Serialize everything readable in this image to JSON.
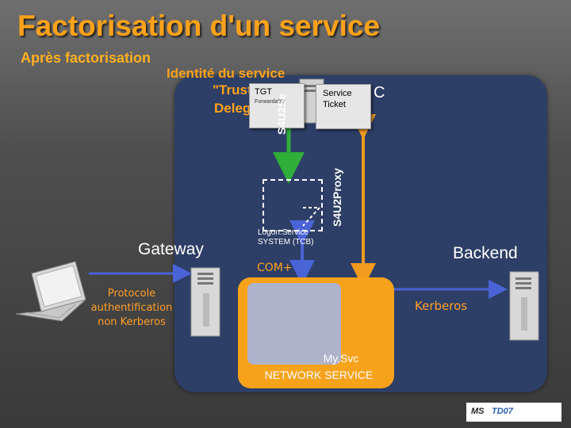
{
  "title": "Factorisation d'un service",
  "subtitle": "Après factorisation",
  "identity": {
    "heading": "Identité du service",
    "trust": "\"Trust",
    "delegation": "Deleg",
    "kdc_suffix": "C"
  },
  "tickets": {
    "tgt_title": "TGT",
    "tgt_sub": "Forwardable",
    "service_ticket": "Service Ticket"
  },
  "labels": {
    "gateway": "Gateway",
    "backend": "Backend",
    "protocol": "Protocole authentification non Kerberos",
    "kerberos": "Kerberos",
    "com": "COM+",
    "logon_line1": "Logon.Service",
    "logon_line2": "SYSTEM (TCB)",
    "mysvc_line1": "My.Svc",
    "mysvc_line2": "NETWORK SERVICE",
    "s4u2self": "S4U2Se",
    "s4u2proxy": "S4U2Proxy"
  },
  "logo": {
    "ms": "MS",
    "td": "TD07"
  },
  "colors": {
    "title": "#ffa21a",
    "panel": "#2d3f66",
    "service_box": "#f7a21b",
    "arrow_blue": "#4a63d6",
    "arrow_green": "#2fae3a",
    "arrow_orange": "#f39b1e"
  }
}
